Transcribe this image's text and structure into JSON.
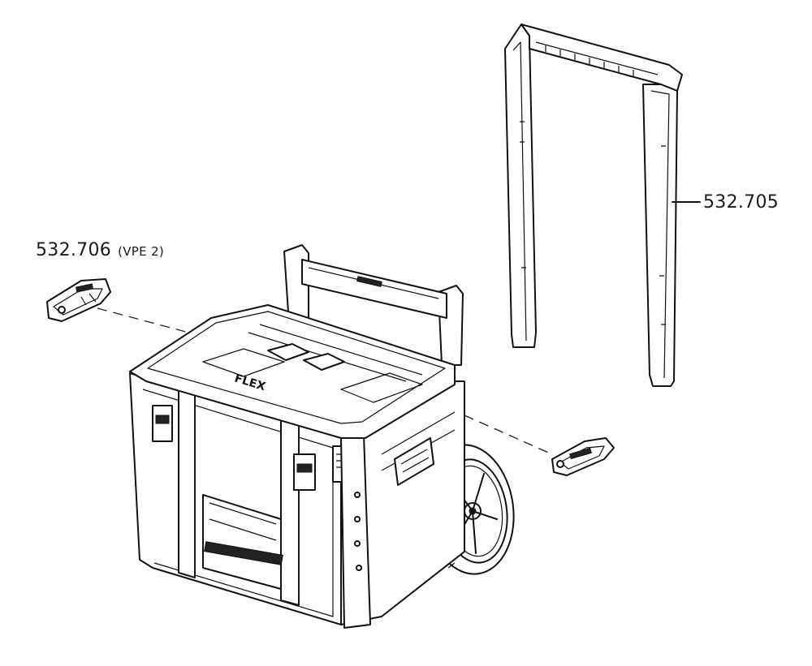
{
  "labels": {
    "clip": {
      "part_number": "532.706",
      "note": "(VPE 2)"
    },
    "handle": {
      "part_number": "532.705"
    }
  },
  "logo_text": "FLEX"
}
